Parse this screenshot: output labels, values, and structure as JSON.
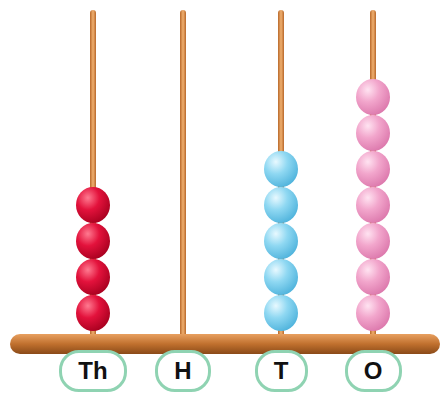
{
  "diagram": {
    "nodes": [
      {
        "text": [
          "Th"
        ]
      },
      {
        "text": [
          "H"
        ]
      },
      {
        "text": [
          "T"
        ]
      },
      {
        "text": [
          "O"
        ]
      }
    ]
  }
}
